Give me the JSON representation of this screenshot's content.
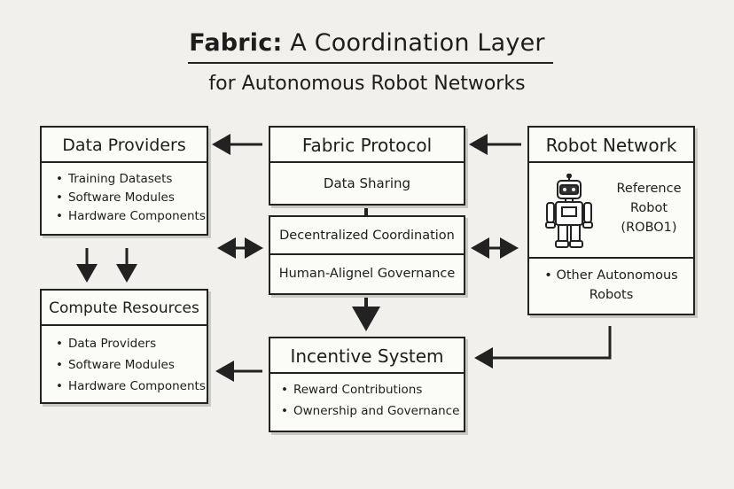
{
  "title": {
    "bold": "Fabric:",
    "rest": "A Coordination Layer"
  },
  "subtitle": "for Autonomous Robot Networks",
  "data_providers": {
    "title": "Data Providers",
    "items": [
      "Training Datasets",
      "Software Modules",
      "Hardware Components"
    ]
  },
  "fabric_protocol": {
    "title": "Fabric Protocol",
    "section": "Data Sharing"
  },
  "coordination": {
    "line1": "Decentralized Coordination",
    "line2": "Human-Alignel Governance"
  },
  "robot_network": {
    "title": "Robot Network",
    "reference_line1": "Reference",
    "reference_line2": "Robot",
    "reference_line3": "(ROBO1)",
    "other_line1": "Other Autonomous",
    "other_line2": "Robots",
    "robot_icon": "robot-icon"
  },
  "compute_resources": {
    "title": "Compute Resources",
    "items": [
      "Data Providers",
      "Software Modules",
      "Hardware Components"
    ]
  },
  "incentive_system": {
    "title": "Incentive System",
    "items": [
      "Reward Contributions",
      "Ownership and Governance"
    ]
  }
}
